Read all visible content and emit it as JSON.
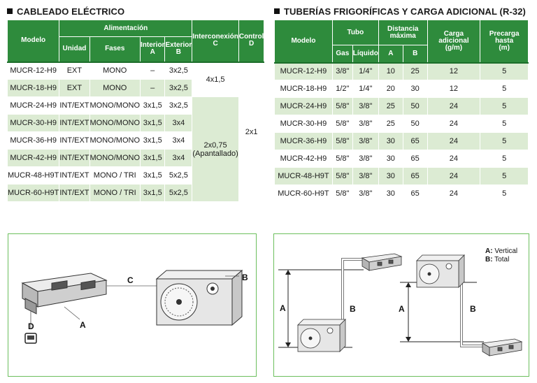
{
  "wiring": {
    "title": "CABLEADO ELÉCTRICO",
    "headers": {
      "modelo": "Modelo",
      "alimentacion": "Alimentación",
      "unidad": "Unidad",
      "fases": "Fases",
      "interior": "Interior",
      "interior_sub": "A",
      "exterior": "Exterior",
      "exterior_sub": "B",
      "interconexion": "Interconexión",
      "interconexion_sub": "C",
      "control": "Control",
      "control_sub": "D"
    },
    "rows": [
      {
        "modelo": "MUCR-12-H9",
        "unidad": "EXT",
        "fases": "MONO",
        "interior": "–",
        "exterior": "3x2,5"
      },
      {
        "modelo": "MUCR-18-H9",
        "unidad": "EXT",
        "fases": "MONO",
        "interior": "–",
        "exterior": "3x2,5"
      },
      {
        "modelo": "MUCR-24-H9",
        "unidad": "INT/EXT",
        "fases": "MONO/MONO",
        "interior": "3x1,5",
        "exterior": "3x2,5"
      },
      {
        "modelo": "MUCR-30-H9",
        "unidad": "INT/EXT",
        "fases": "MONO/MONO",
        "interior": "3x1,5",
        "exterior": "3x4"
      },
      {
        "modelo": "MUCR-36-H9",
        "unidad": "INT/EXT",
        "fases": "MONO/MONO",
        "interior": "3x1,5",
        "exterior": "3x4"
      },
      {
        "modelo": "MUCR-42-H9",
        "unidad": "INT/EXT",
        "fases": "MONO/MONO",
        "interior": "3x1,5",
        "exterior": "3x4"
      },
      {
        "modelo": "MUCR-48-H9T",
        "unidad": "INT/EXT",
        "fases": "MONO / TRI",
        "interior": "3x1,5",
        "exterior": "5x2,5"
      },
      {
        "modelo": "MUCR-60-H9T",
        "unidad": "INT/EXT",
        "fases": "MONO / TRI",
        "interior": "3x1,5",
        "exterior": "5x2,5"
      }
    ],
    "interconexion_1": "4x1,5",
    "interconexion_2": "2x0,75",
    "interconexion_2b": "(Apantallado)",
    "control_value": "2x1"
  },
  "piping": {
    "title": "TUBERÍAS FRIGORÍFICAS Y CARGA ADICIONAL (R-32)",
    "headers": {
      "modelo": "Modelo",
      "tubo": "Tubo",
      "gas": "Gas",
      "liquido": "Líquido",
      "distancia": "Distancia",
      "distancia2": "máxima",
      "a": "A",
      "b": "B",
      "carga1": "Carga",
      "carga2": "adicional",
      "carga3": "(g/m)",
      "precarga1": "Precarga",
      "precarga2": "hasta",
      "precarga3": "(m)"
    },
    "rows": [
      {
        "modelo": "MUCR-12-H9",
        "gas": "3/8\"",
        "liquido": "1/4\"",
        "a": "10",
        "b": "25",
        "carga": "12",
        "precarga": "5"
      },
      {
        "modelo": "MUCR-18-H9",
        "gas": "1/2\"",
        "liquido": "1/4\"",
        "a": "20",
        "b": "30",
        "carga": "12",
        "precarga": "5"
      },
      {
        "modelo": "MUCR-24-H9",
        "gas": "5/8\"",
        "liquido": "3/8\"",
        "a": "25",
        "b": "50",
        "carga": "24",
        "precarga": "5"
      },
      {
        "modelo": "MUCR-30-H9",
        "gas": "5/8\"",
        "liquido": "3/8\"",
        "a": "25",
        "b": "50",
        "carga": "24",
        "precarga": "5"
      },
      {
        "modelo": "MUCR-36-H9",
        "gas": "5/8\"",
        "liquido": "3/8\"",
        "a": "30",
        "b": "65",
        "carga": "24",
        "precarga": "5"
      },
      {
        "modelo": "MUCR-42-H9",
        "gas": "5/8\"",
        "liquido": "3/8\"",
        "a": "30",
        "b": "65",
        "carga": "24",
        "precarga": "5"
      },
      {
        "modelo": "MUCR-48-H9T",
        "gas": "5/8\"",
        "liquido": "3/8\"",
        "a": "30",
        "b": "65",
        "carga": "24",
        "precarga": "5"
      },
      {
        "modelo": "MUCR-60-H9T",
        "gas": "5/8\"",
        "liquido": "3/8\"",
        "a": "30",
        "b": "65",
        "carga": "24",
        "precarga": "5"
      }
    ]
  },
  "diagram_left": {
    "label_a": "A",
    "label_b": "B",
    "label_c": "C",
    "label_d": "D"
  },
  "diagram_right": {
    "legend_a_key": "A:",
    "legend_a_val": "Vertical",
    "legend_b_key": "B:",
    "legend_b_val": "Total",
    "label_a": "A",
    "label_b": "B"
  },
  "colors": {
    "header_green": "#2e8b3c",
    "row_shade": "#dcebd3",
    "box_border": "#6cbf5d"
  }
}
